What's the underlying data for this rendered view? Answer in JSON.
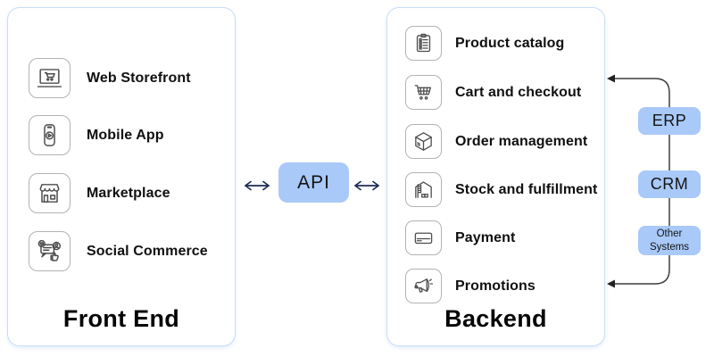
{
  "frontend": {
    "title": "Front End",
    "items": [
      {
        "label": "Web Storefront",
        "icon": "web-storefront-icon"
      },
      {
        "label": "Mobile App",
        "icon": "mobile-app-icon"
      },
      {
        "label": "Marketplace",
        "icon": "marketplace-icon"
      },
      {
        "label": "Social Commerce",
        "icon": "social-commerce-icon"
      }
    ]
  },
  "api": {
    "label": "API"
  },
  "backend": {
    "title": "Backend",
    "items": [
      {
        "label": "Product catalog",
        "icon": "product-catalog-icon"
      },
      {
        "label": "Cart and checkout",
        "icon": "cart-checkout-icon"
      },
      {
        "label": "Order management",
        "icon": "order-management-icon"
      },
      {
        "label": "Stock and fulfillment",
        "icon": "stock-fulfillment-icon"
      },
      {
        "label": "Payment",
        "icon": "payment-icon"
      },
      {
        "label": "Promotions",
        "icon": "promotions-icon"
      }
    ]
  },
  "external_systems": {
    "items": [
      {
        "label": "ERP"
      },
      {
        "label": "CRM"
      },
      {
        "label": "Other Systems"
      }
    ]
  },
  "colors": {
    "hub_fill": "#a9c9f8",
    "panel_border": "#c9dcf8",
    "api_arrow": "#1c2c55",
    "connector_line": "#3d3d3d",
    "icon_stroke": "#4d4d4d",
    "text": "#0d0d0d"
  }
}
